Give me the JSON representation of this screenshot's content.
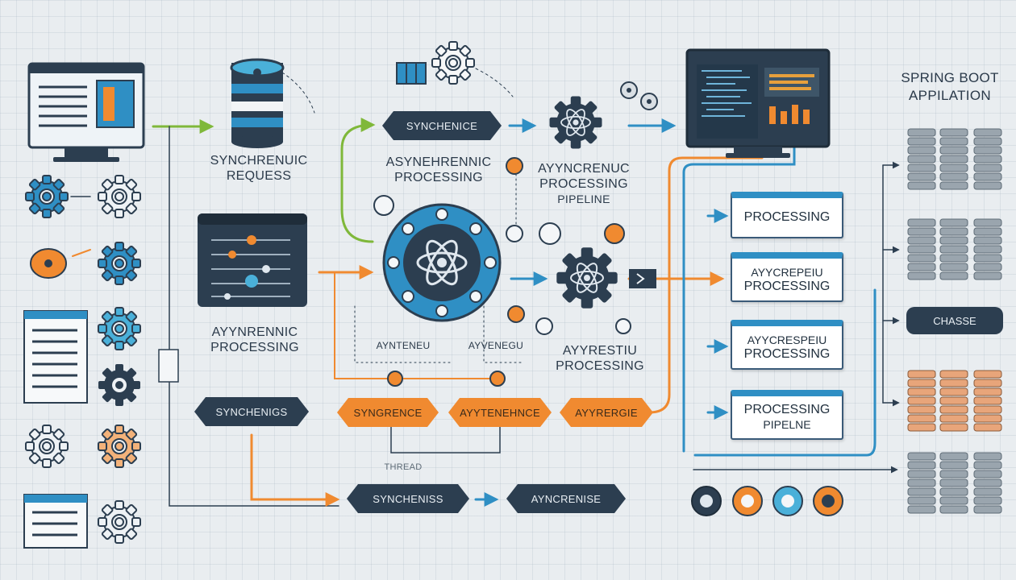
{
  "title": {
    "line1": "SPRING BOOT",
    "line2": "APPILATION"
  },
  "labels": {
    "sync_request_line1": "SYNCHRENUIC",
    "sync_request_line2": "REQUESS",
    "async_processing_top_line1": "ASYNEHRENNIC",
    "async_processing_top_line2": "PROCESSING",
    "pipeline_line1": "AYYNCRENUC",
    "pipeline_line2": "PROCESSING",
    "pipeline_line3": "PIPELINE",
    "async_left_line1": "AYYNRENNIC",
    "async_left_line2": "PROCESSING",
    "async_right_line1": "AYYRESTIU",
    "async_right_line2": "PROCESSING",
    "under_wheel_left": "AYNTENEU",
    "under_wheel_right": "AYVENEGU",
    "thread": "THREAD"
  },
  "pills": {
    "top": "SYNCHENICE",
    "mid_dark": "SYNCHENIGS",
    "orange_1": "SYNGRENCE",
    "orange_2": "AYYTENEHNCE",
    "orange_3": "AYYRERGIE",
    "bottom_1": "SYNCHENISS",
    "bottom_2": "AYNCRENISE"
  },
  "processing_boxes": [
    {
      "line1": "PROCESSING",
      "line2": ""
    },
    {
      "line1": "AYYCREPEIU",
      "line2": "PROCESSING"
    },
    {
      "line1": "AYYCRESPEIU",
      "line2": "PROCESSING"
    },
    {
      "line1": "PROCESSING",
      "line2": "PIPELNE"
    }
  ],
  "chasse": "CHASSE",
  "colors": {
    "dark": "#2c3e50",
    "blue": "#2f8fc4",
    "orange": "#f08a30",
    "green": "#7fb83a",
    "background": "#e9edf0"
  }
}
